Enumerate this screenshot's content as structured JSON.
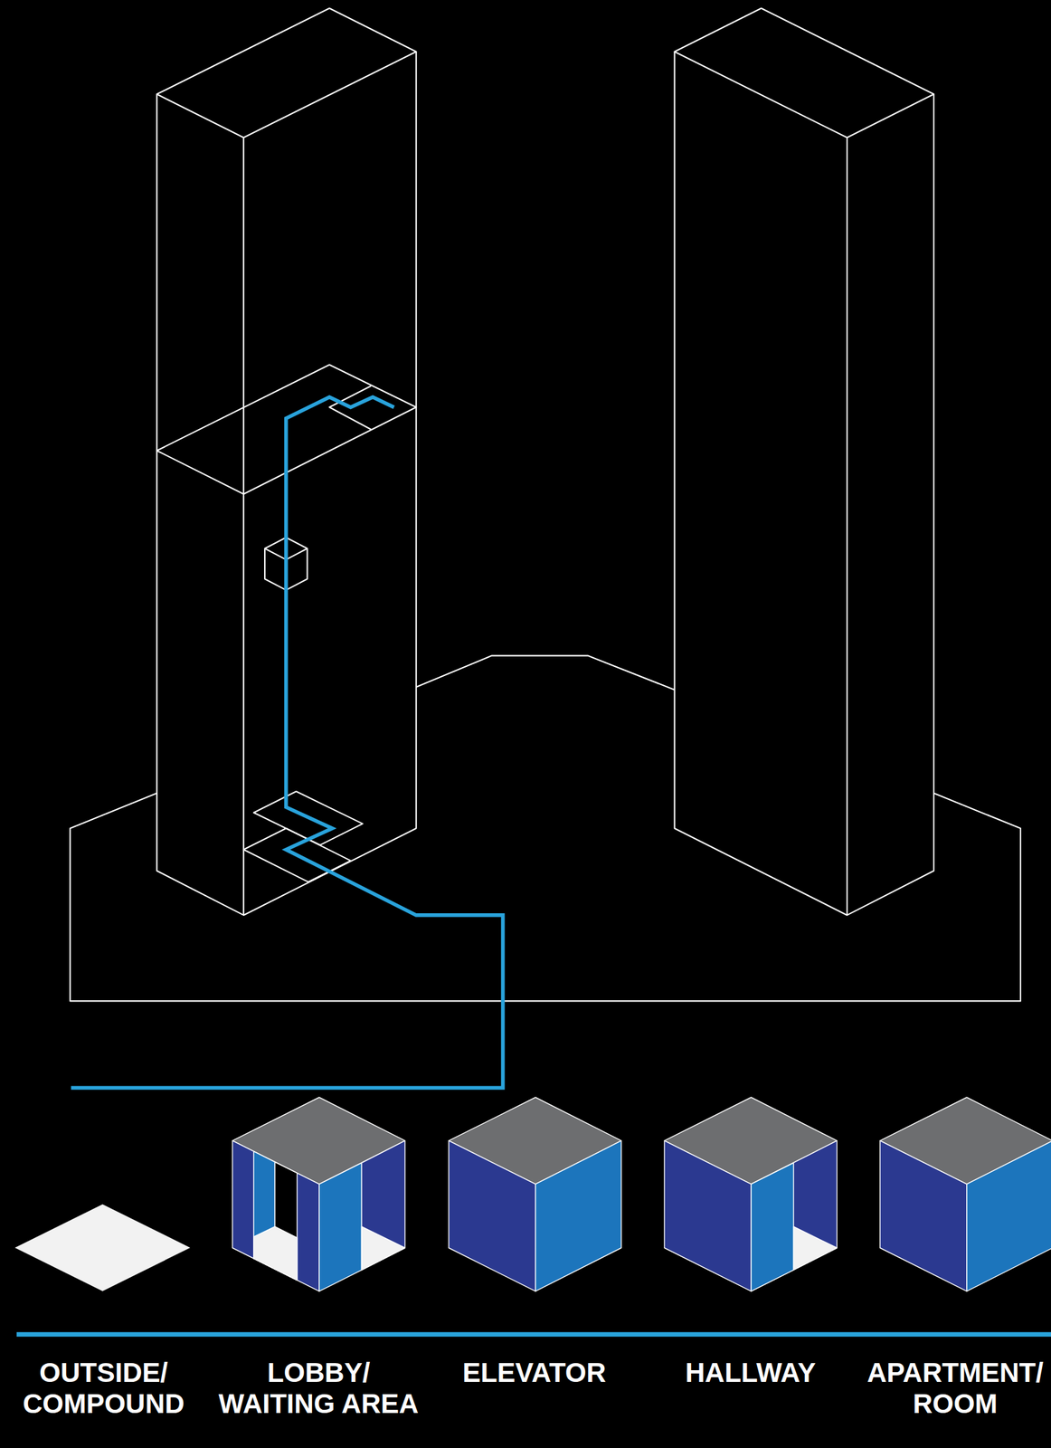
{
  "diagram": {
    "nodes": [
      {
        "text": [
          "OUTSIDE/ COMPOUND"
        ]
      },
      {
        "text": [
          "LOBBY/ WAITING AREA"
        ]
      },
      {
        "text": [
          "ELEVATOR"
        ]
      },
      {
        "text": [
          "HALLWAY"
        ]
      },
      {
        "text": [
          "APARTMENT/ ROOM"
        ]
      }
    ]
  }
}
